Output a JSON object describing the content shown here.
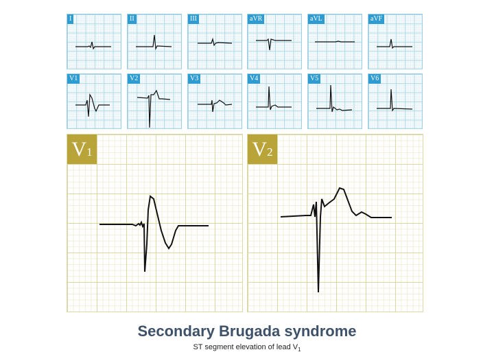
{
  "small_leads": [
    "I",
    "II",
    "III",
    "aVR",
    "aVL",
    "aVF",
    "V1",
    "V2",
    "V3",
    "V4",
    "V5",
    "V6"
  ],
  "big_leads": [
    {
      "main": "V",
      "sub": "1"
    },
    {
      "main": "V",
      "sub": "2"
    }
  ],
  "title": "Secondary Brugada syndrome",
  "subtitle": {
    "text": "ST segment elevation of lead V",
    "sub": "1"
  },
  "colors": {
    "small_label": "#2e9bd1",
    "big_label": "#b9a43a",
    "title": "#3d5168"
  }
}
